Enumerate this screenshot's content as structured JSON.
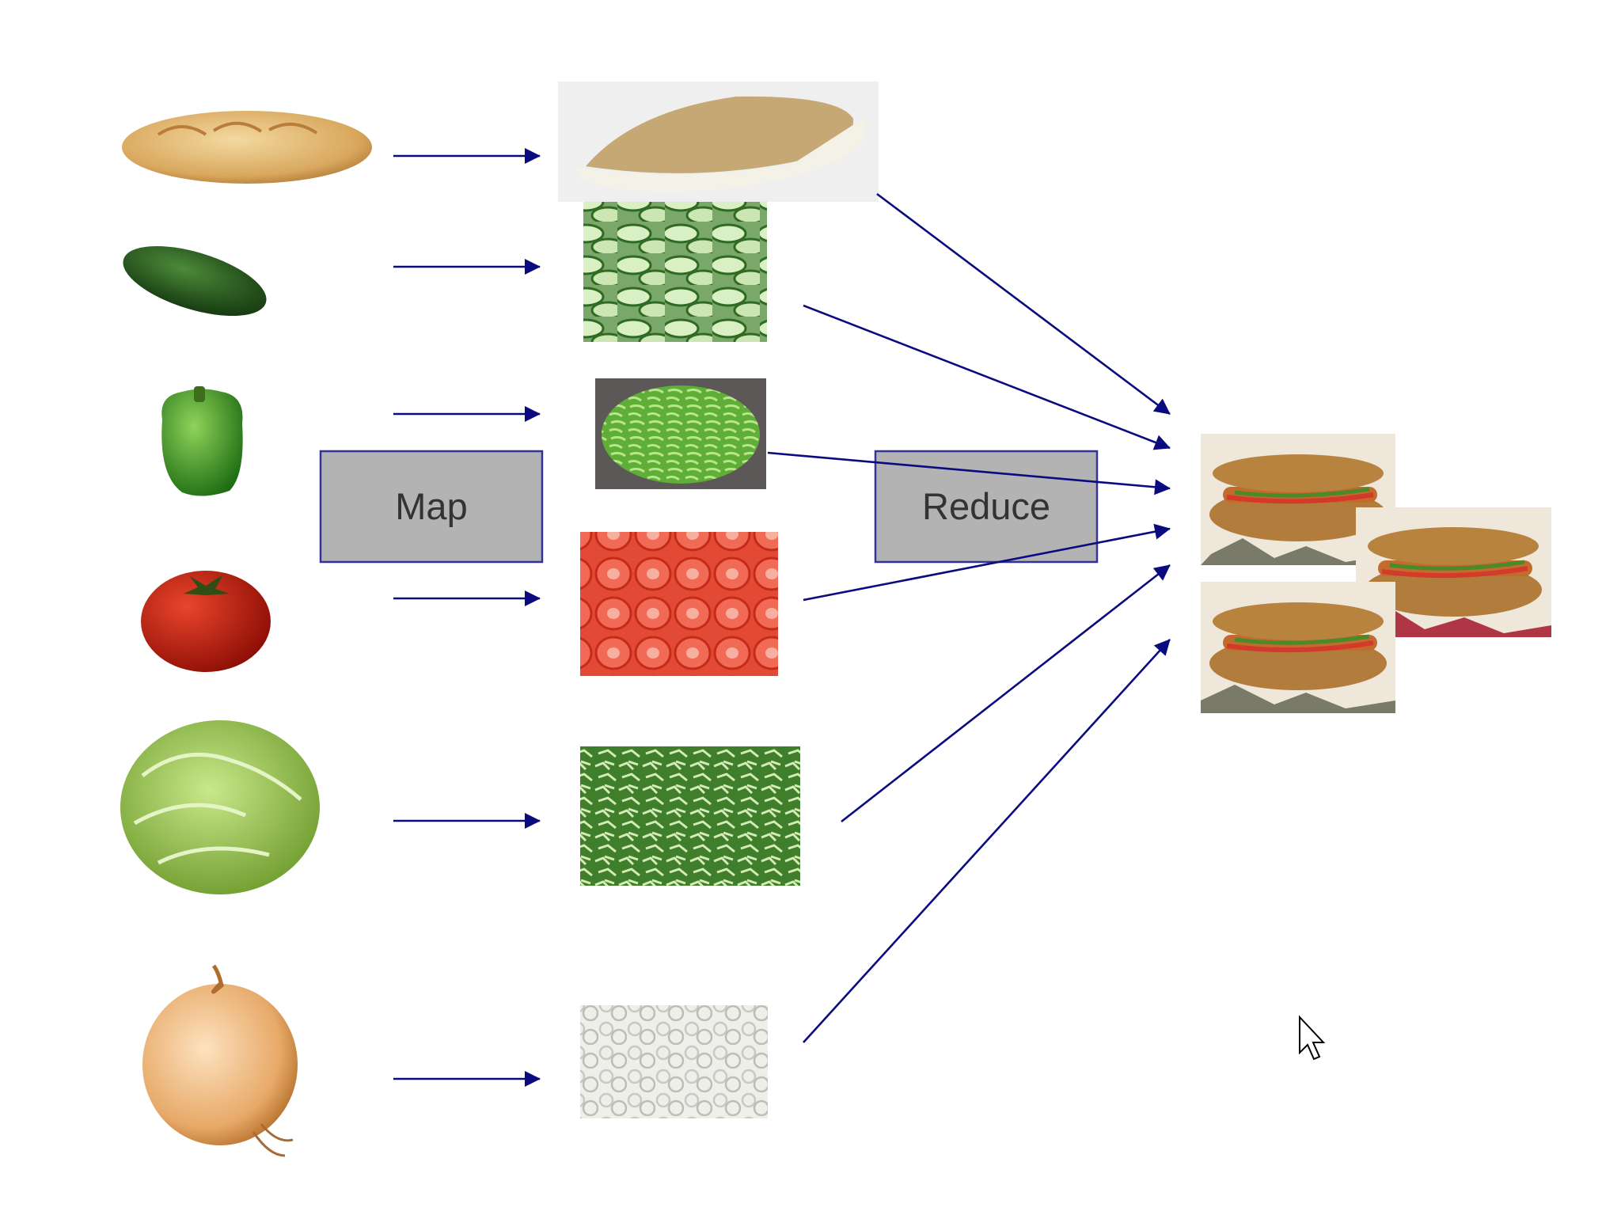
{
  "diagram": {
    "labels": {
      "map": "Map",
      "reduce": "Reduce"
    },
    "colors": {
      "arrow": "#0b0b80",
      "box_fill": "#b3b3b3",
      "box_stroke": "#33339a"
    },
    "stages": {
      "raw": [
        "bread-loaf",
        "cucumber",
        "green-pepper",
        "tomato",
        "lettuce",
        "onion"
      ],
      "mapped": [
        "sliced-bread",
        "sliced-cucumber",
        "sliced-pepper",
        "sliced-tomato",
        "shredded-lettuce",
        "sliced-onion"
      ],
      "reduced": [
        "sandwich",
        "sandwich",
        "sandwich"
      ]
    },
    "cursor_icon": "mouse-pointer-icon"
  }
}
